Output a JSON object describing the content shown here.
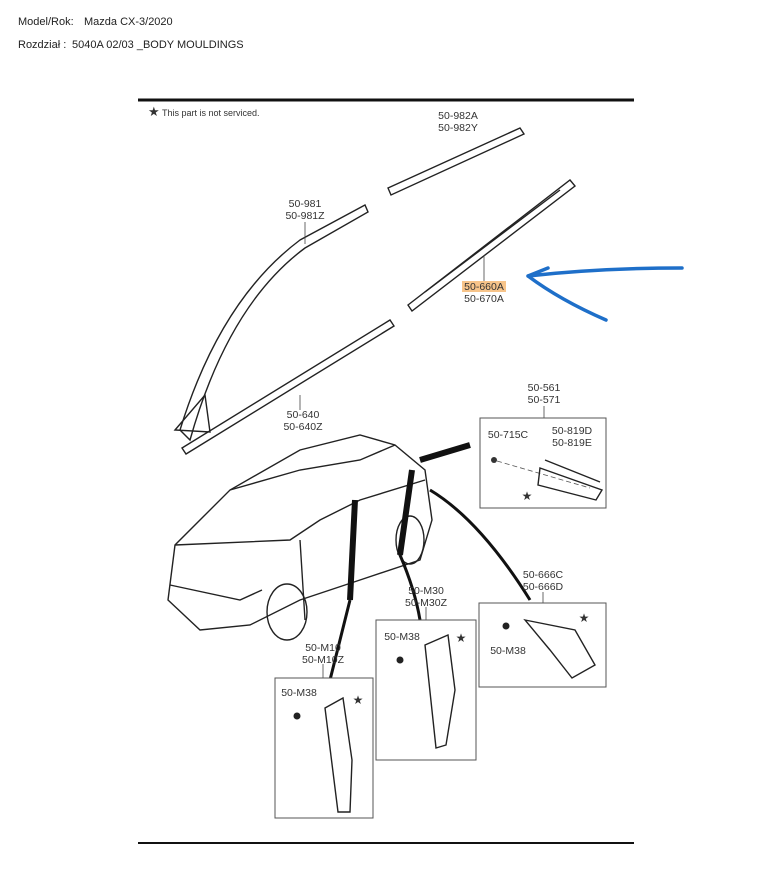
{
  "header": {
    "model_label": "Model/Rok:",
    "model_value": "Mazda CX-3/2020",
    "section_label": "Rozdział :",
    "section_value": "5040A 02/03 _BODY MOULDINGS"
  },
  "diagram": {
    "note": "This part is not serviced.",
    "parts": {
      "p982": [
        "50-982A",
        "50-982Y"
      ],
      "p981": [
        "50-981",
        "50-981Z"
      ],
      "p660": [
        "50-660A",
        "50-670A"
      ],
      "p640": [
        "50-640",
        "50-640Z"
      ],
      "p561": [
        "50-561",
        "50-571"
      ],
      "p715": "50-715C",
      "p819": [
        "50-819D",
        "50-819E"
      ],
      "p666": [
        "50-666C",
        "50-666D"
      ],
      "pM30": [
        "50-M30",
        "50-M30Z"
      ],
      "pM10": [
        "50-M10",
        "50-M10Z"
      ],
      "m38a": "50-M38",
      "m38b": "50-M38",
      "m38c": "50-M38"
    },
    "highlight_color": "#f7c48a",
    "arrow_color": "#1e6fc9"
  }
}
